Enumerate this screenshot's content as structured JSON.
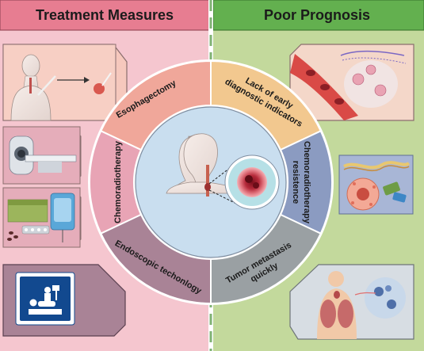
{
  "left_panel": {
    "title": "Treatment Measures",
    "segments": {
      "top": "Esophagectomy",
      "middle": "Chemoradiotherapy",
      "bottom": "Endoscopic techonlogy"
    }
  },
  "right_panel": {
    "title": "Poor Prognosis",
    "segments": {
      "top_line1": "Lack of early",
      "top_line2": "diagnostic indicators",
      "middle_line1": "Chemoradiotherapy",
      "middle_line2": "resistence",
      "bottom_line1": "Tumor metastasis",
      "bottom_line2": "quickly"
    }
  },
  "colors": {
    "left_bg": "#f5c6cf",
    "left_header": "#e77d91",
    "right_bg": "#c3d99c",
    "right_header": "#63b04f",
    "seg_esophagectomy": "#f0a79a",
    "seg_chemoradiotherapy_left": "#e8a4b5",
    "seg_endoscopic": "#a98396",
    "seg_lack_early": "#f2c88f",
    "seg_chemo_resistance": "#8b9bc1",
    "seg_tumor_metastasis": "#9aa0a3",
    "center": "#c9deef"
  }
}
